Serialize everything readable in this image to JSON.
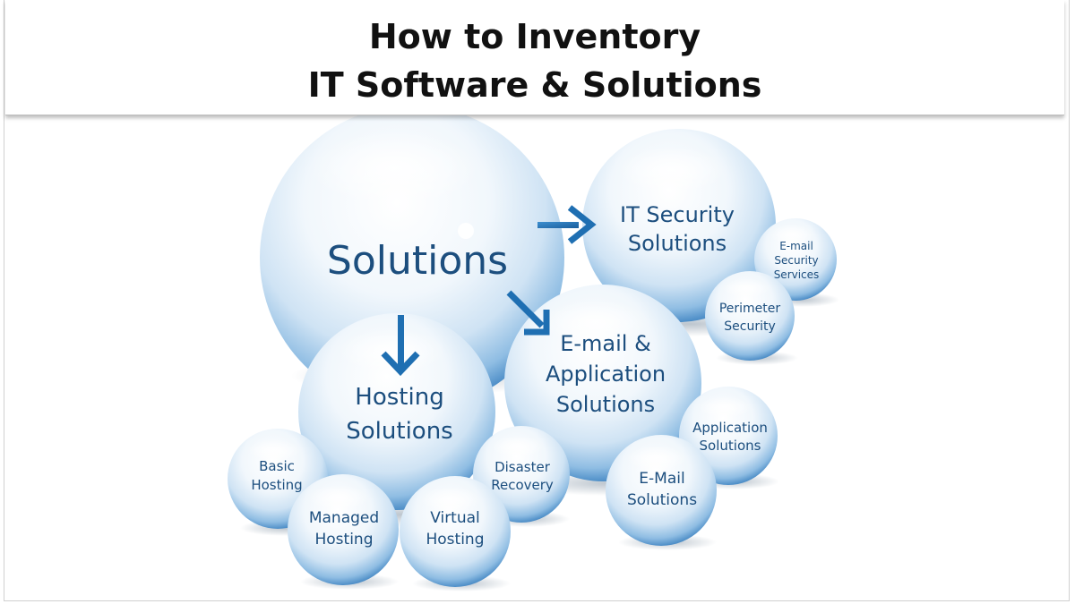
{
  "title": {
    "line1": "How to Inventory",
    "line2": "IT Software & Solutions"
  },
  "colors": {
    "text": "#1c4e7e",
    "arrow": "#1f6fb2",
    "bubble_light": "#ffffff",
    "bubble_edge": "#7fb2de"
  },
  "bubbles": {
    "solutions": {
      "lines": [
        "Solutions"
      ]
    },
    "it_security": {
      "lines": [
        "IT Security",
        "Solutions"
      ]
    },
    "email_security": {
      "lines": [
        "E-mail",
        "Security",
        "Services"
      ]
    },
    "perimeter_security": {
      "lines": [
        "Perimeter",
        "Security"
      ]
    },
    "email_application": {
      "lines": [
        "E-mail &",
        "Application",
        "Solutions"
      ]
    },
    "application_solutions": {
      "lines": [
        "Application",
        "Solutions"
      ]
    },
    "email_solutions": {
      "lines": [
        "E-Mail",
        "Solutions"
      ]
    },
    "hosting": {
      "lines": [
        "Hosting",
        "Solutions"
      ]
    },
    "basic_hosting": {
      "lines": [
        "Basic",
        "Hosting"
      ]
    },
    "managed_hosting": {
      "lines": [
        "Managed",
        "Hosting"
      ]
    },
    "virtual_hosting": {
      "lines": [
        "Virtual",
        "Hosting"
      ]
    },
    "disaster_recovery": {
      "lines": [
        "Disaster",
        "Recovery"
      ]
    }
  },
  "arrows": [
    "arrow-right-icon",
    "arrow-down-right-icon",
    "arrow-down-icon"
  ]
}
